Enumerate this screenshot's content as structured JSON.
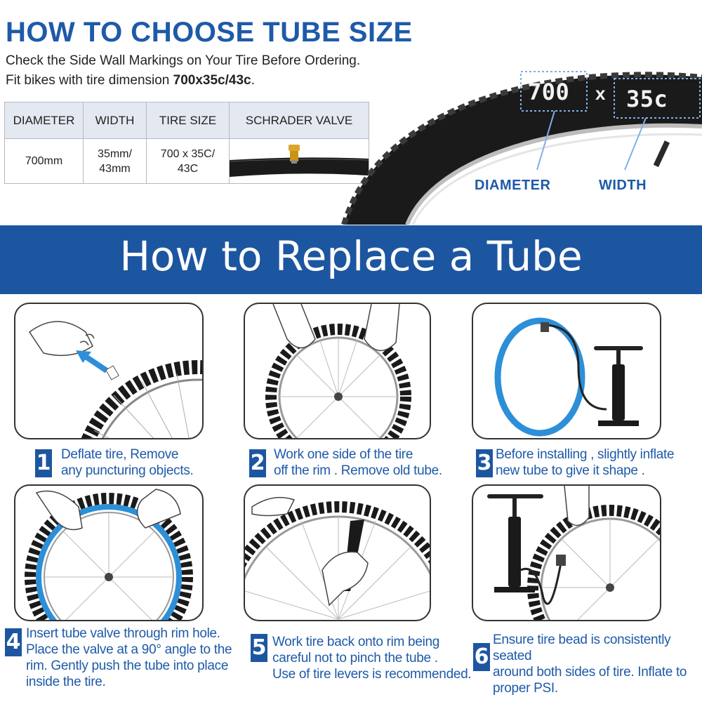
{
  "header": {
    "title": "HOW TO CHOOSE TUBE SIZE",
    "line1": "Check the Side Wall Markings on Your Tire Before Ordering.",
    "line2_prefix": "Fit bikes with tire dimension ",
    "line2_bold": "700x35c/43c",
    "line2_suffix": "."
  },
  "spec_table": {
    "headers": [
      "DIAMETER",
      "WIDTH",
      "TIRE SIZE",
      "SCHRADER VALVE"
    ],
    "diameter": "700mm",
    "width_line1": "35mm/",
    "width_line2": "43mm",
    "size_line1": "700 x 35C/",
    "size_line2": "43C"
  },
  "tire_marking": {
    "diameter_value": "700",
    "separator": "x",
    "width_value": "35c",
    "diameter_label": "DIAMETER",
    "width_label": "WIDTH"
  },
  "section_title": "How to Replace a Tube",
  "steps": [
    {
      "number": "1",
      "lines": [
        "Deflate tire, Remove",
        "any puncturing objects."
      ]
    },
    {
      "number": "2",
      "lines": [
        "Work one side of the tire",
        "off the rim . Remove old tube."
      ]
    },
    {
      "number": "3",
      "lines": [
        "Before installing , slightly inflate",
        "new tube to give it shape ."
      ]
    },
    {
      "number": "4",
      "lines": [
        "Insert tube valve through rim hole.",
        "Place the valve at a 90° angle to the",
        "rim. Gently push the tube into place",
        "inside the tire."
      ]
    },
    {
      "number": "5",
      "lines": [
        "Work tire back onto rim being",
        "careful not to pinch the tube .",
        "Use of tire levers is recommended."
      ]
    },
    {
      "number": "6",
      "lines": [
        "Ensure tire bead is consistently seated",
        "around both sides of tire. Inflate to",
        "proper PSI."
      ]
    }
  ],
  "colors": {
    "brand_blue": "#1d56a0",
    "title_blue": "#1e5aa8",
    "tube_blue": "#2d8fd8",
    "table_header_bg": "#e4e9f1"
  }
}
